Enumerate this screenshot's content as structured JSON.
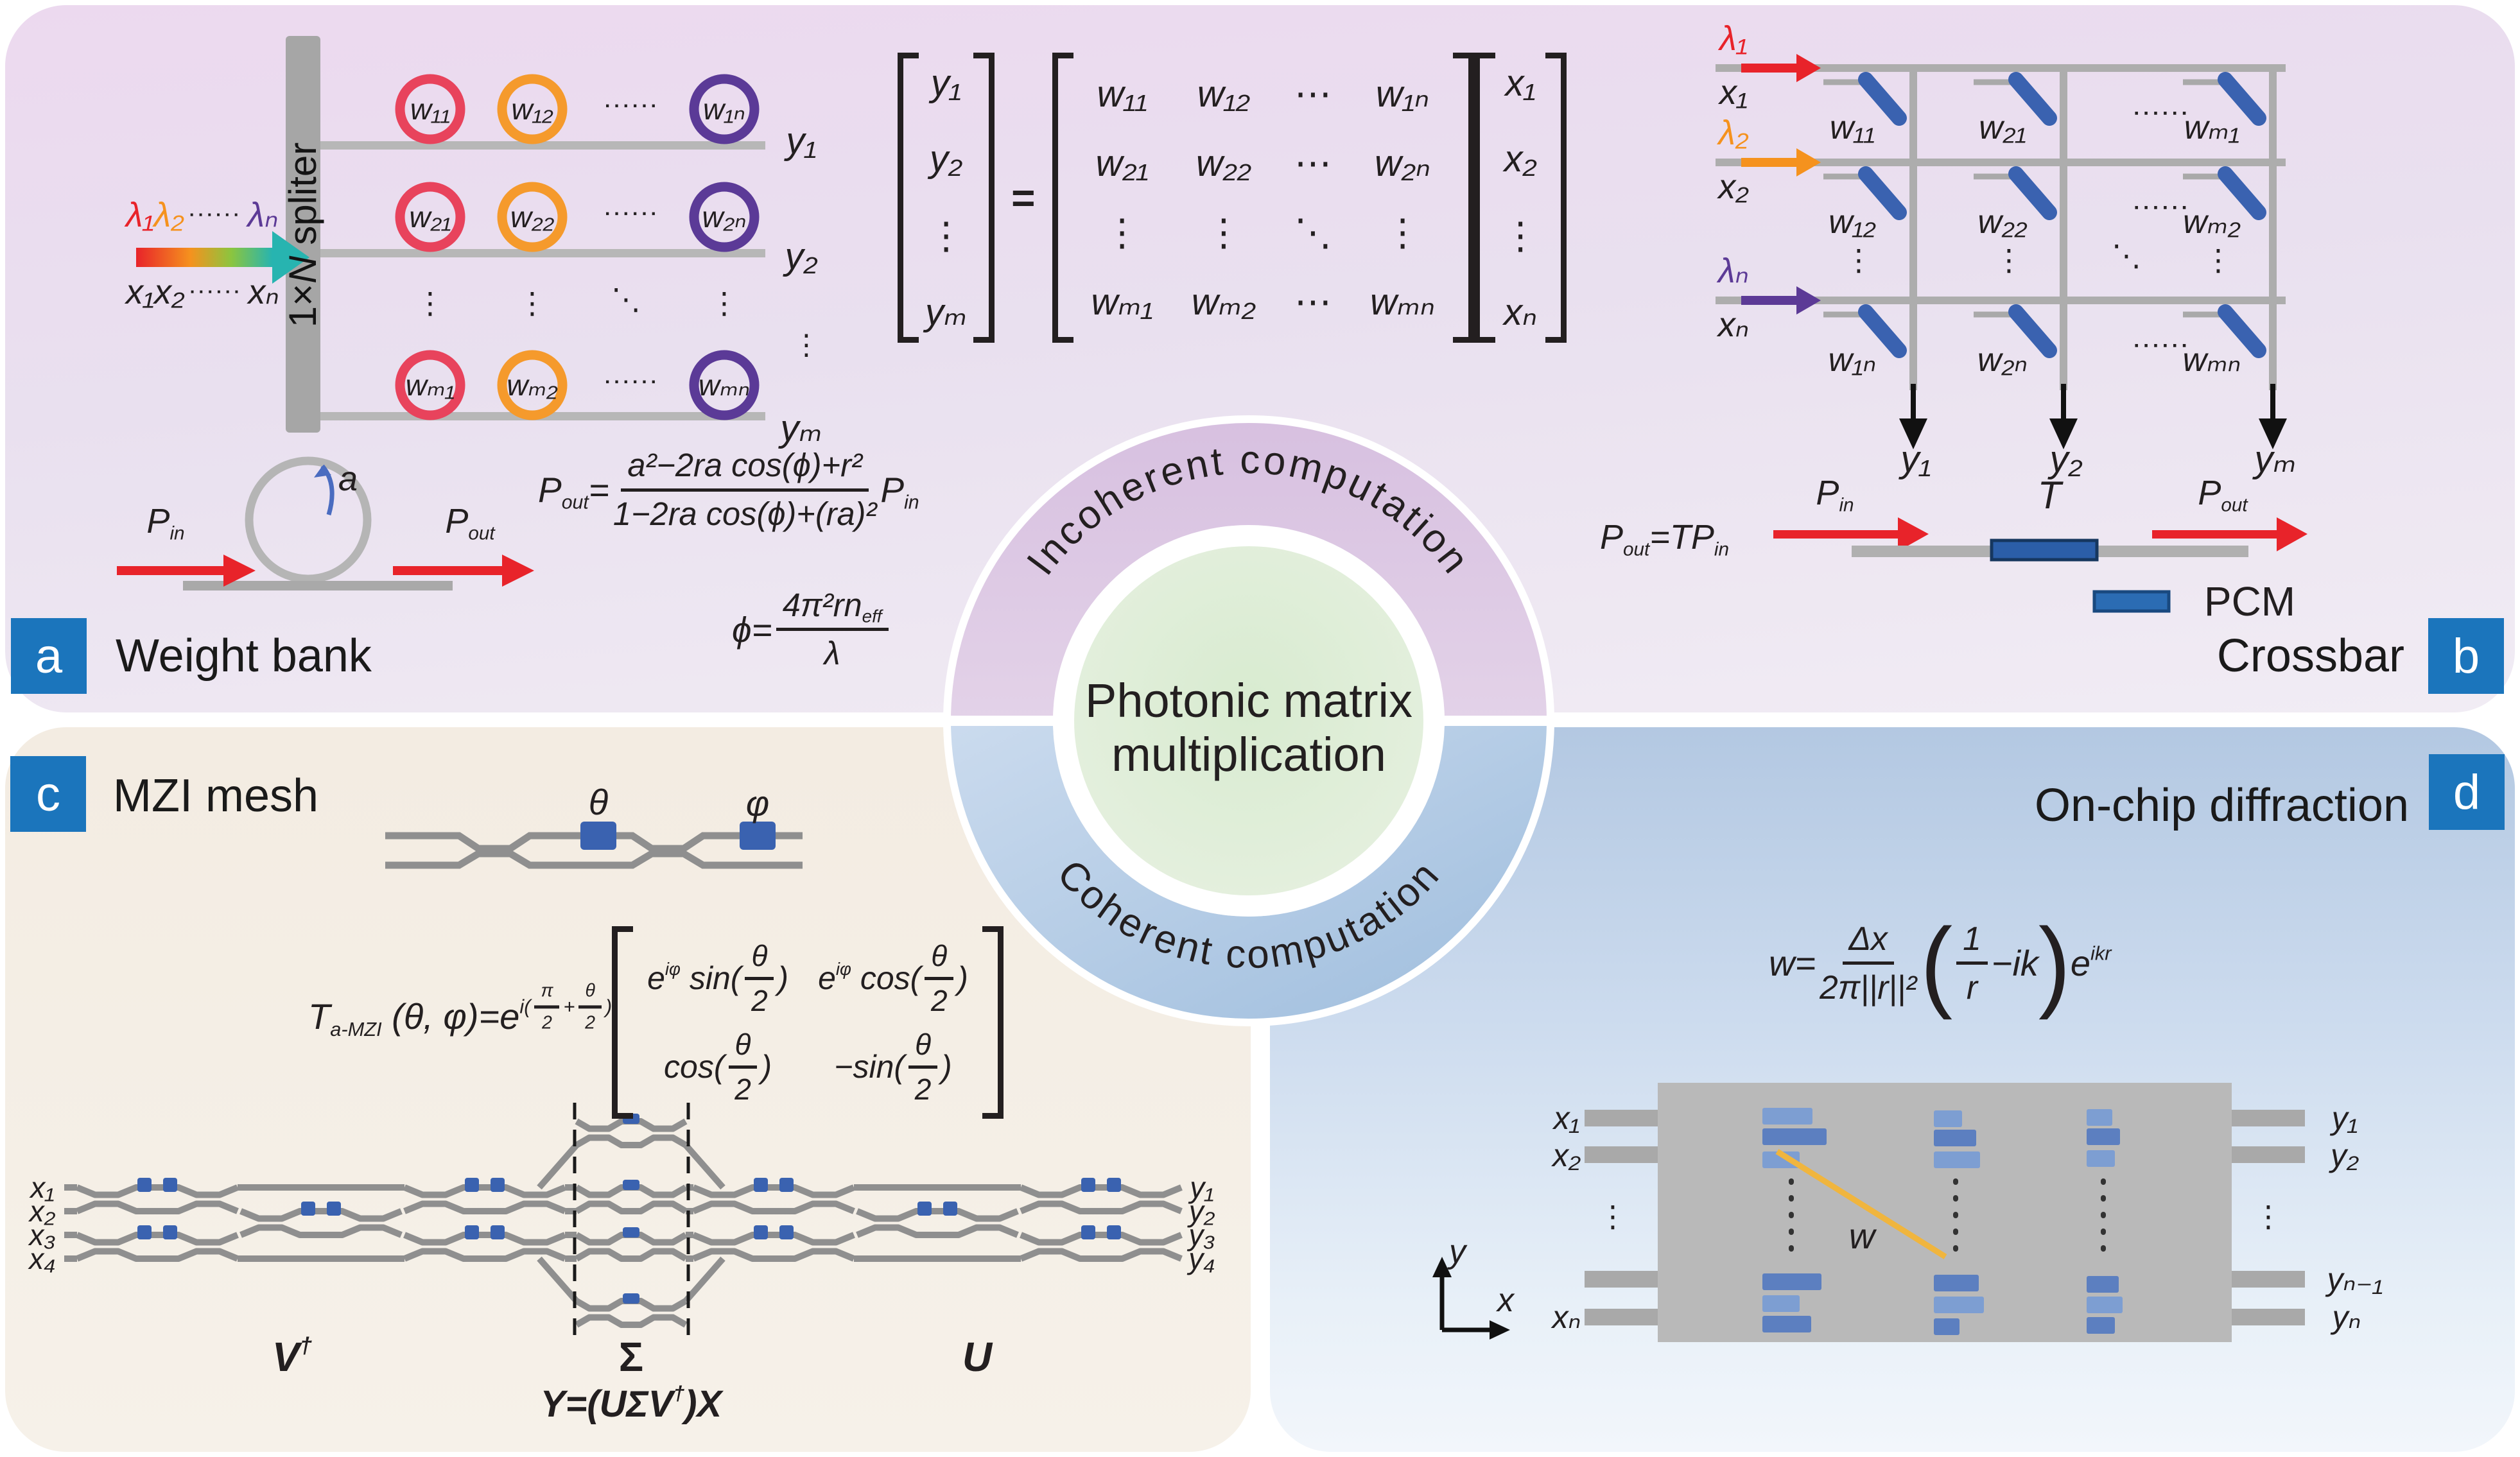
{
  "a": {
    "badge": "a",
    "title": "Weight bank",
    "splitter": "1×~{N} spliter",
    "lambda_in": {
      "l1": "λ₁",
      "l2": "λ₂",
      "dots": "∙∙∙∙∙∙",
      "ln": "λₙ"
    },
    "x_in": {
      "x12": "x₁x₂",
      "dots": "∙∙∙∙∙∙",
      "xn": "xₙ"
    },
    "rings": [
      [
        "w₁₁",
        "w₁₂",
        "w₁ₙ"
      ],
      [
        "w₂₁",
        "w₂₂",
        "w₂ₙ"
      ],
      [
        "wₘ₁",
        "wₘ₂",
        "wₘₙ"
      ]
    ],
    "row_dots": "∙∙∙∙∙∙",
    "col_dots": "⋮",
    "diag_dots": "⋱",
    "outputs": [
      "y₁",
      "y₂",
      "yₘ"
    ],
    "out_vdots": "⋮",
    "ring_coupling": "a",
    "p_in": "P_{in}",
    "p_out": "P_{out}",
    "eq1": "P_{out}=@{a²−2ra cos(ϕ)+r²}{1−2ra cos(ϕ)+(ra)²}P_{in}",
    "eq2": "ϕ=@{4π²rn_{eff}}{λ}"
  },
  "matrix_eq": {
    "y": [
      "y₁",
      "y₂",
      "⋮",
      "yₘ"
    ],
    "equals": "=",
    "w": [
      [
        "w₁₁",
        "w₁₂",
        "⋯",
        "w₁ₙ"
      ],
      [
        "w₂₁",
        "w₂₂",
        "⋯",
        "w₂ₙ"
      ],
      [
        "⋮",
        "⋮",
        "⋱",
        "⋮"
      ],
      [
        "wₘ₁",
        "wₘ₂",
        "⋯",
        "wₘₙ"
      ]
    ],
    "x": [
      "x₁",
      "x₂",
      "⋮",
      "xₙ"
    ]
  },
  "b": {
    "badge": "b",
    "title": "Crossbar",
    "inputs": [
      {
        "lambda": "λ₁",
        "x": "x₁"
      },
      {
        "lambda": "λ₂",
        "x": "x₂"
      },
      {
        "lambda": "λₙ",
        "x": "xₙ"
      }
    ],
    "cells": [
      [
        "w₁₁",
        "w₂₁",
        "wₘ₁"
      ],
      [
        "w₁₂",
        "w₂₂",
        "wₘ₂"
      ],
      [
        "w₁ₙ",
        "w₂ₙ",
        "wₘₙ"
      ]
    ],
    "row_dots": "∙∙∙∙∙∙",
    "col_dots": "⋮",
    "diag_dots": "⋱",
    "outputs": [
      "y₁",
      "y₂",
      "yₘ"
    ],
    "eq": "P_{out}=TP_{in}",
    "p_in": "P_{in}",
    "t": "T",
    "p_out": "P_{out}",
    "pcm": "PCM"
  },
  "center": {
    "top_arc": "Incoherent computation",
    "bottom_arc": "Coherent computation",
    "line1": "Photonic matrix",
    "line2": "multiplication"
  },
  "c": {
    "badge": "c",
    "title": "MZI mesh",
    "theta": "θ",
    "phi": "φ",
    "eq_lhs": "T_{a-MZI} (θ, φ)=e^{i(@{π}{2}+@{θ}{2})}",
    "m11": "e^{iφ} sin(@{θ}{2})",
    "m12": "e^{iφ} cos(@{θ}{2})",
    "m21": "cos(@{θ}{2})",
    "m22": "−sin(@{θ}{2})",
    "inputs": [
      "x₁",
      "x₂",
      "x₃",
      "x₄"
    ],
    "outputs": [
      "y₁",
      "y₂",
      "y₃",
      "y₄"
    ],
    "v": "V^{†}",
    "sigma": "Σ",
    "u": "U",
    "eq_bottom": "Y=(UΣV^{†})X"
  },
  "d": {
    "badge": "d",
    "title": "On-chip diffraction",
    "eq_pre": "w=@{Δx}{2π||r||²}",
    "eq_lp": "(",
    "eq_inner": "@{1}{r}−ik",
    "eq_rp": ")",
    "eq_post": "e^{ikr}",
    "inputs": {
      "x1": "x₁",
      "x2": "x₂",
      "dots": "⋮",
      "xn": "xₙ"
    },
    "outputs": {
      "y1": "y₁",
      "y2": "y₂",
      "dots": "⋮",
      "yn1": "yₙ₋₁",
      "yn": "yₙ"
    },
    "w_label": "w",
    "axis_x": "x",
    "axis_y": "y"
  },
  "colors": {
    "badge": "#1b75bc",
    "red": "#e8232a",
    "orange": "#f5921e",
    "purple": "#5c3a96",
    "ring_red": "#e8435c",
    "ring_orange": "#f59a2c",
    "ring_purple": "#5b3a97",
    "element_blue": "#3a62b0",
    "pcm_blue": "#2b6cb3",
    "waveguide_gray": "#a9a9a9",
    "yellow": "#f0b53e",
    "panel_top": "#ecd9ef",
    "panel_mzi": "#f4eee5",
    "panel_diffraction": "#b3c8e2",
    "arc_pink": "#dac6e2",
    "arc_blue": "#b7cce6",
    "center_green": "#dcecd6",
    "text": "#231f20"
  }
}
